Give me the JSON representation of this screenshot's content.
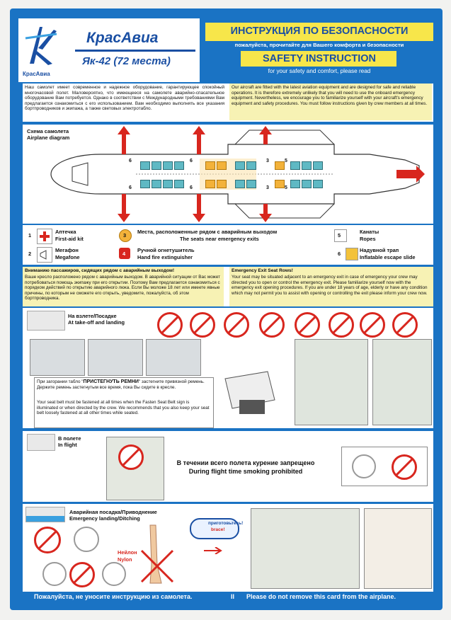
{
  "brand": {
    "name": "КрасАвиа",
    "logo_caption": "КрасАвиа",
    "aircraft": "Як-42 (72 места)"
  },
  "header": {
    "ru_title": "ИНСТРУКЦИЯ ПО БЕЗОПАСНОСТИ",
    "ru_subtitle": "пожалуйста, прочитайте для Вашего комфорта и безопасности",
    "en_title": "SAFETY INSTRUCTION",
    "en_subtitle": "for your safety and comfort, please read"
  },
  "intro": {
    "ru": "Наш самолет имеет современное и надежное оборудование, гарантирующее спокойный многочасовой полет. Маловероятно, что имеющееся на самолете аварийно-спасательное оборудование Вам потребуется. Однако в соответствии с Международными требованиями Вам предлагается ознакомиться с его использованием. Вам необходимо выполнять все указания бортпроводников и экипажа, а также световых электротабло.",
    "en": "Our aircraft are fitted with the latest aviation equipment and are designed for safe and reliable operations. It is therefore extremely unlikely that you will need to use the onboard emergency equipment. Nevertheless, we encourage you to familiarize yourself with your aircraft's emergency equipment and safety procedures. You must follow instructions given by crew members at all times."
  },
  "diagram": {
    "title_ru": "Схема самолета",
    "title_en": "Airplane diagram",
    "seat_marks": [
      "6",
      "6",
      "3",
      "3",
      "5",
      "5",
      "6",
      "6"
    ]
  },
  "legend": [
    {
      "num": "1",
      "ru": "Аптечка",
      "en": "First-aid kit"
    },
    {
      "num": "2",
      "ru": "Мегафон",
      "en": "Megafone"
    },
    {
      "num": "3",
      "ru": "Места, расположенные рядом с аварийным выходом",
      "en": "The seats near emergency exits"
    },
    {
      "num": "4",
      "ru": "Ручной огнетушитель",
      "en": "Hand fire extinguisher"
    },
    {
      "num": "5",
      "ru": "Канаты",
      "en": "Ropes"
    },
    {
      "num": "6",
      "ru": "Надувной трап",
      "en": "Inflatable escape slide"
    }
  ],
  "exit_rows": {
    "ru_title": "Вниманию пассажиров, сидящих рядом с аварийным выходом!",
    "ru": "Ваше кресло расположено рядом с аварийным выходом. В аварийной ситуации от Вас может потребоваться помощь экипажу при его открытии. Поэтому Вам предлагается ознакомиться с порядком действий по открытию аварийного люка. Если Вы моложе 18 лет или имеете явные причины, по которым не сможете его открыть, уведомите, пожалуйста, об этом бортпроводника.",
    "en_title": "Emergency Exit Seat Rows!",
    "en": "Your seat may be situated adjacent to an emergency exit in case of emergency your crew may directed you to open or control the emergency exit. Please familiarize yourself now with the emergency exit opening procedures. If you are under 18 years of age, elderly or have any condition which may not permit you to assist with opening or controlling the exit please inform your crew now."
  },
  "takeoff": {
    "label_ru": "На взлете/Посадке",
    "label_en": "At take-off and landing",
    "seatbelt_ru_a": "При загорании табло \"",
    "seatbelt_ru_em": "ПРИСТЕГНУТЬ РЕМНИ",
    "seatbelt_ru_b": "\" застегните привязной ремень. Держите ремень застегнутым все время, пока Вы сидите в кресле.",
    "seatbelt_en": "Your seat belt must be fastened at all times when the Fasten Seat Belt sign is illuminated or when directed by the crew. We recommends that you also keep your seat belt loosely fastened at all other times while seated."
  },
  "inflight": {
    "label_ru": "В полете",
    "label_en": "In flight",
    "smoking_ru": "В течении всего полета курение запрещено",
    "smoking_en": "During flight time smoking prohibited"
  },
  "emergency": {
    "label_ru": "Аварийная посадка/Приводнение",
    "label_en": "Emergency landing/Ditching",
    "brace_ru": "приготовьтесь!",
    "brace_en": "brace!",
    "nylon_ru": "Нейлон",
    "nylon_en": "Nylon"
  },
  "footer": {
    "ru": "Пожалуйста, не уносите инструкцию из самолета.",
    "en": "Please do not remove this card from the airplane."
  },
  "colors": {
    "card_blue": "#1a73c4",
    "header_yellow": "#f7e64a",
    "panel_yellow": "#f7f2b4",
    "exit_red": "#d8261e",
    "seat_teal": "#5fb9c4",
    "seat_orange": "#f3b23a"
  }
}
